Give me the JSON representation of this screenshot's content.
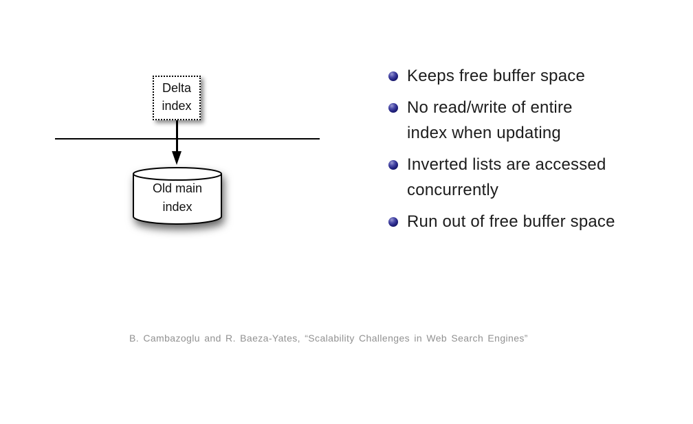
{
  "slide": {
    "diagram": {
      "delta_box": {
        "line1": "Delta",
        "line2": "index"
      },
      "cylinder": {
        "line1": "Old main",
        "line2": "index"
      }
    },
    "bullets": {
      "items": [
        {
          "lines": [
            "Keeps free buffer space",
            ""
          ]
        },
        {
          "lines": [
            "No read/write of entire",
            "index when updating"
          ]
        },
        {
          "lines": [
            "Inverted lists are accessed",
            "concurrently"
          ]
        },
        {
          "lines": [
            "Run out of free buffer space",
            ""
          ]
        }
      ]
    },
    "citation": "B. Cambazoglu and R. Baeza-Yates, “Scalability Challenges in Web Search Engines”",
    "colors": {
      "background": "#ffffff",
      "text": "#1c1c1c",
      "diagram_stroke": "#000000",
      "bullet_ball": "#26267f",
      "citation": "#919191"
    }
  }
}
